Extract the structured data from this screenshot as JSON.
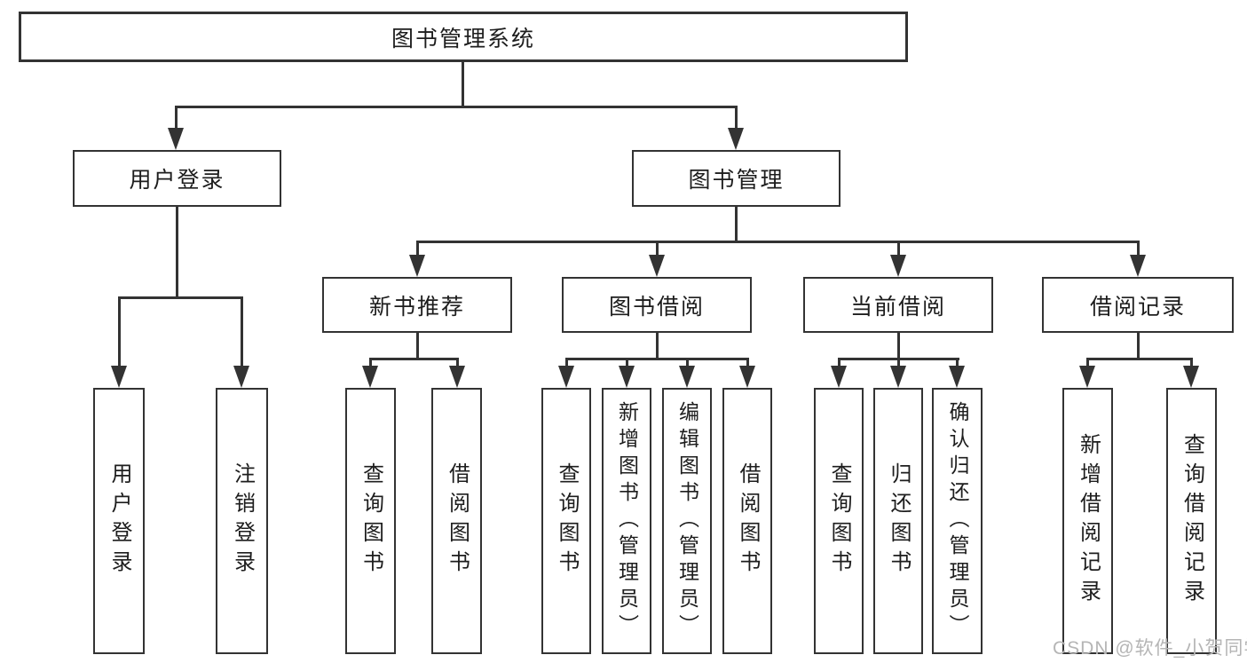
{
  "watermark": "CSDN @软件_小贺同学",
  "colors": {
    "line": "#333333",
    "text": "#1d1d1d",
    "watermark": "#b5b5b5",
    "background": "#ffffff"
  },
  "diagram": {
    "root": {
      "label": "图书管理系统"
    },
    "branches": [
      {
        "label": "用户登录",
        "children": [
          {
            "label": "用户登录"
          },
          {
            "label": "注销登录"
          }
        ]
      },
      {
        "label": "图书管理",
        "children": [
          {
            "label": "新书推荐",
            "children": [
              {
                "label": "查询图书"
              },
              {
                "label": "借阅图书"
              }
            ]
          },
          {
            "label": "图书借阅",
            "children": [
              {
                "label": "查询图书"
              },
              {
                "label": "新增图书（管理员）"
              },
              {
                "label": "编辑图书（管理员）"
              },
              {
                "label": "借阅图书"
              }
            ]
          },
          {
            "label": "当前借阅",
            "children": [
              {
                "label": "查询图书"
              },
              {
                "label": "归还图书"
              },
              {
                "label": "确认归还（管理员）"
              }
            ]
          },
          {
            "label": "借阅记录",
            "children": [
              {
                "label": "新增借阅记录"
              },
              {
                "label": "查询借阅记录"
              }
            ]
          }
        ]
      }
    ]
  }
}
